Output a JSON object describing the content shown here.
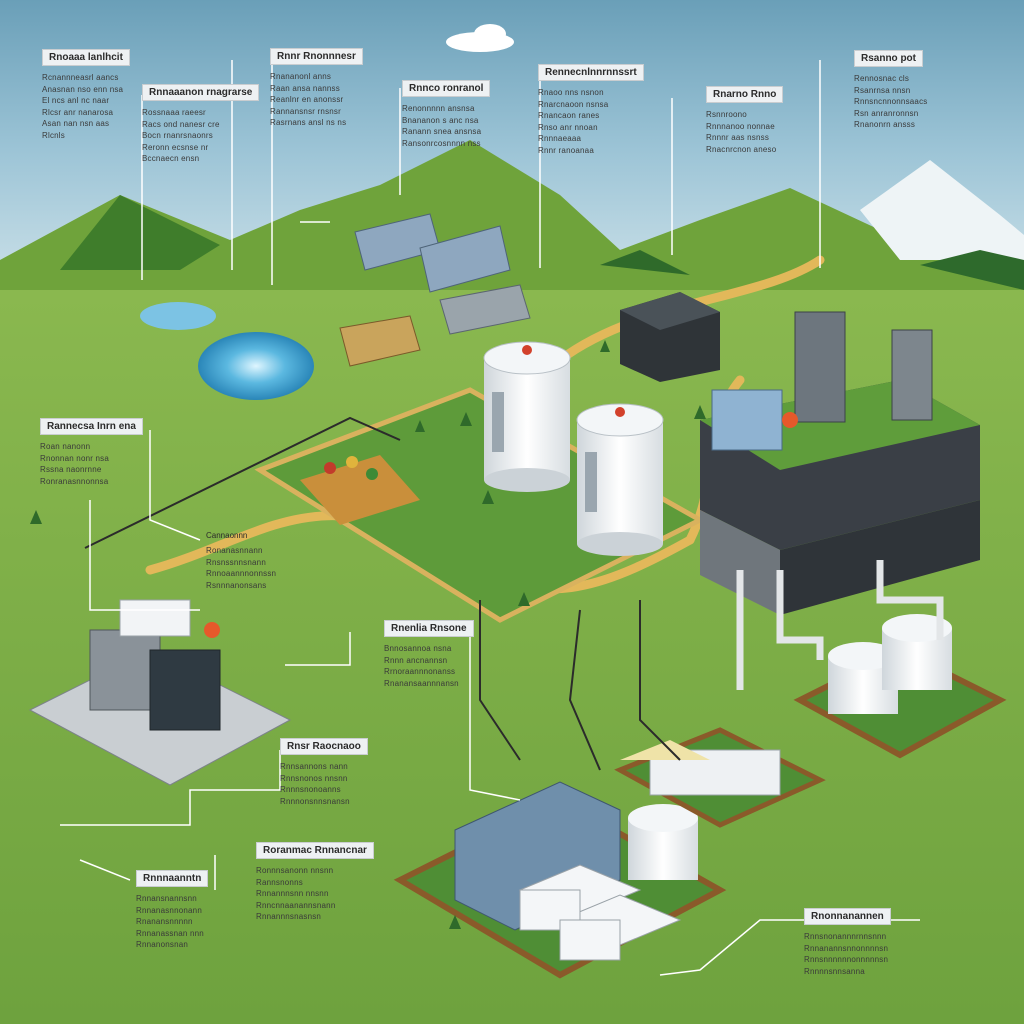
{
  "callouts": [
    {
      "title": "Rnoaaa lanlhcit",
      "lines": [
        "Rcnannneasrl aancs",
        "Anasnan nso enn nsa",
        "El ncs anl nc naar",
        "Rlcsr anr nanarosa",
        "Asan nan nsn aas",
        "Rlcnls"
      ]
    },
    {
      "title": "Rnnaaanon rnagrarse",
      "lines": [
        "Rossnaaa raeesr",
        "Racs ond nanesr cre",
        "Bocn rnanrsnaonrs",
        "Reronn ecsnse nr",
        "Bccnaecn ensn"
      ]
    },
    {
      "title": "Rnnr Rnonnnesr",
      "lines": [
        "Rnananonl anns",
        "Raan ansa nannss",
        "Reanlnr en anonssr",
        "Rannansnsr rnsnsr",
        "Rasrnans ansl ns ns"
      ]
    },
    {
      "title": "Rnnco ronranol",
      "lines": [
        "Renonnnnn ansnsa",
        "Bnananon s anc nsa",
        "Ranann snea ansnsa",
        "Ransonrcosnnnn nss"
      ]
    },
    {
      "title": "Rennecnlnnrnnssrt",
      "lines": [
        "Rnaoo nns nsnon",
        "Rnarcnaoon nsnsa",
        "Rnancaon ranes",
        "Rnso anr nnoan",
        "Rnnnaeaaa",
        "Rnnr ranoanaa"
      ]
    },
    {
      "title": "Rnarno Rnno",
      "lines": [
        "Rsnnroono",
        "Rnnnanoo nonnae",
        "Rnnnr aas nsnss",
        "Rnacnrcnon aneso"
      ]
    },
    {
      "title": "Rsanno pot",
      "lines": [
        "Rennosnac cls",
        "Rsanrnsa nnsn",
        "Rnnsncnnonnsaacs",
        "Rsn anranronnsn",
        "Rnanonrn ansss"
      ]
    },
    {
      "title": "Rannecsa Inrn ena",
      "lines": [
        "Roan nanonn",
        "Rnonnan nonr nsa",
        "Rssna naonrnne",
        "Ronranasnnonnsa"
      ]
    },
    {
      "title": "Cannaonnn",
      "lines": [
        "Ronanasnnann",
        "Rnsnssnnsnann",
        "Rnnoaannnonnssn",
        "Rsnnnanonsans"
      ]
    }
  ],
  "callouts_lower": [
    {
      "title": "Rnenlia Rnsone",
      "lines": [
        "Bnnosannoa nsna",
        "Rnnn ancnannsn",
        "Rrnoraannnonanss",
        "Rnanansaannnansn"
      ]
    },
    {
      "title": "Rnsr Raocnaoo",
      "lines": [
        "Rnnsannons nann",
        "Rnnsnonos nnsnn",
        "Rnnnsnonoanns",
        "Rnnnonsnnsnansn"
      ]
    },
    {
      "title": "Roranmac Rnnancnar",
      "lines": [
        "Ronnnsanonn nnsnn",
        "Rannsnonns",
        "Rnnannnsnn nnsnn",
        "Rnncnnaanannsnann",
        "Rnnannnsnasnsn"
      ]
    },
    {
      "title": "Rnnnaanntn",
      "lines": [
        "Rnnansnannsnn",
        "Rnnanasnnonann",
        "Rnanansnnnnn",
        "Rnnanassnan nnn",
        "Rnnanonsnan"
      ]
    },
    {
      "title": "Rnonnanannen",
      "lines": [
        "Rnnsnonannnrnnsnnn",
        "Rnnanannsnnonnnnsn",
        "Rnnsnnnnnnonnnnnsn",
        "Rnnnnsnnsanna"
      ]
    }
  ]
}
